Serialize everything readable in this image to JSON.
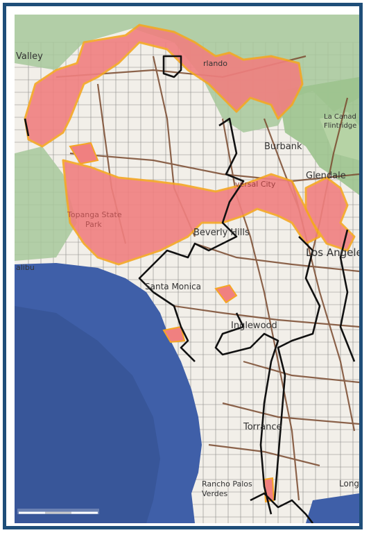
{
  "map": {
    "place_labels": [
      {
        "id": "valley",
        "text": "Valley"
      },
      {
        "id": "orlando",
        "text": "rlando"
      },
      {
        "id": "la-canada",
        "text": "La Canad"
      },
      {
        "id": "flintridge",
        "text": "Flintridge"
      },
      {
        "id": "burbank",
        "text": "Burbank"
      },
      {
        "id": "glendale",
        "text": "Glendale"
      },
      {
        "id": "universal-city",
        "text": "versal City"
      },
      {
        "id": "topanga",
        "text": "Topanga State"
      },
      {
        "id": "park",
        "text": "Park"
      },
      {
        "id": "beverly-hills",
        "text": "Beverly Hills"
      },
      {
        "id": "los-angeles",
        "text": "Los Angeles"
      },
      {
        "id": "malibu",
        "text": "alibu"
      },
      {
        "id": "santa-monica",
        "text": "Santa Monica"
      },
      {
        "id": "inglewood",
        "text": "Inglewood"
      },
      {
        "id": "torrance",
        "text": "Torrance"
      },
      {
        "id": "rancho-palos",
        "text": "Rancho Palos"
      },
      {
        "id": "verdes",
        "text": "Verdes"
      },
      {
        "id": "long",
        "text": "Long"
      }
    ],
    "colors": {
      "frame": "#1f4e79",
      "ocean": "#3f5fa8",
      "land": "#f2efe9",
      "mountains": "#a7c89b",
      "highlight_fill": "#f08080",
      "highlight_edge": "#f5a623",
      "boundary": "#111111",
      "highway": "#7a4a2f",
      "street": "#333333"
    },
    "scale_bar": {
      "segments": 3
    }
  }
}
